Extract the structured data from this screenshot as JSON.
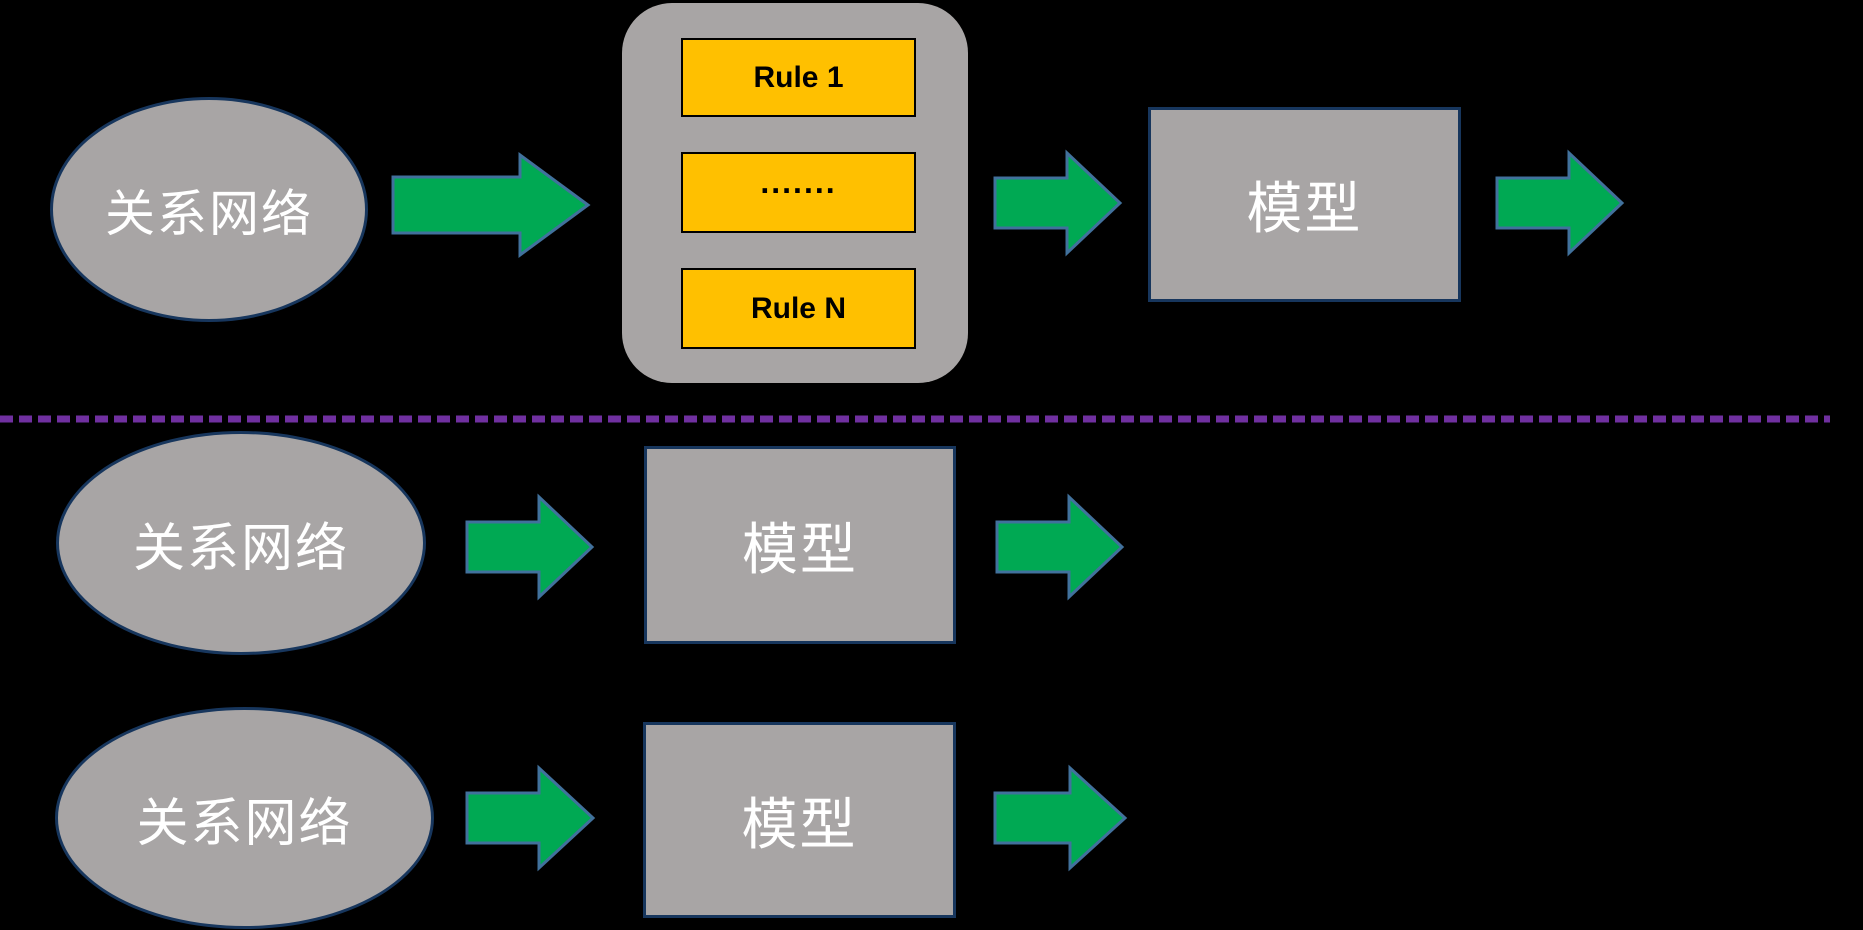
{
  "canvas": {
    "background": "#000000"
  },
  "palette": {
    "shape_fill_gray": "#A8A5A5",
    "shape_border_navy": "#17365D",
    "arrow_fill_green": "#00A953",
    "arrow_border_blue": "#41719C",
    "rule_fill_orange": "#FFC000",
    "rule_border_black": "#000000",
    "divider_purple": "#7030A0",
    "node_text_white": "#FFFFFF",
    "rule_text_black": "#000000"
  },
  "top_flow": {
    "source_label": "关系网络",
    "rules": [
      "Rule 1",
      ".......",
      "Rule N"
    ],
    "model_label": "模型"
  },
  "middle_flow": {
    "source_label": "关系网络",
    "model_label": "模型"
  },
  "bottom_flow": {
    "source_label": "关系网络",
    "model_label": "模型"
  }
}
